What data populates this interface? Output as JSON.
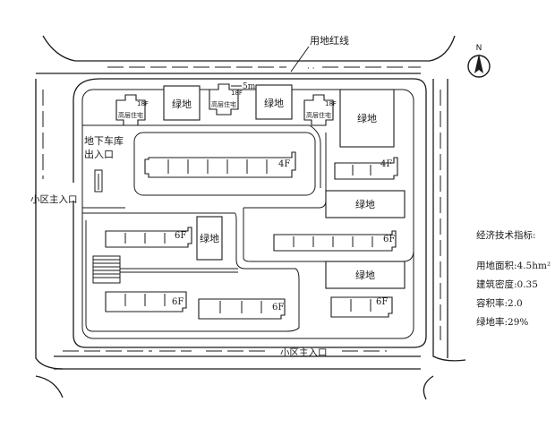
{
  "labels": {
    "red_line": "用地红线",
    "setback": "5m",
    "green_1": "绿地",
    "green_2": "绿地",
    "green_3": "绿地",
    "green_4": "绿地",
    "green_5": "绿地",
    "green_6": "绿地",
    "highrise_tag_1": "18F",
    "highrise_tag_2": "18F",
    "highrise_tag_3": "18F",
    "highrise_name_1": "高层住宅",
    "highrise_name_2": "高层住宅",
    "highrise_name_3": "高层住宅",
    "floors_4f_a": "4F",
    "floors_4f_b": "4F",
    "floors_6f_a": "6F",
    "floors_6f_b": "6F",
    "floors_6f_c": "6F",
    "floors_6f_d": "6F",
    "floors_6f_e": "6F",
    "garage_line1": "地下车库",
    "garage_line2": "出入口",
    "entrance_west": "小区主入口",
    "entrance_south": "小区主入口",
    "north_letter": "N"
  },
  "indicators": {
    "title": "经济技术指标:",
    "site_area": "用地面积:4.5hm²",
    "building_density": "建筑密度:0.35",
    "far": "容积率:2.0",
    "green_ratio": "绿地率:29%"
  }
}
